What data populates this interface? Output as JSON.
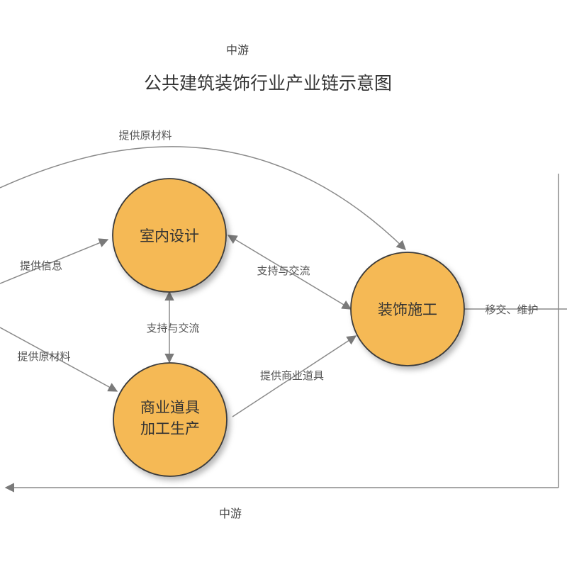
{
  "header": {
    "top_label": "中游",
    "title": "公共建筑装饰行业产业链示意图"
  },
  "footer": {
    "bottom_label": "中游"
  },
  "nodes": {
    "interior_design": "室内设计",
    "decoration_construction": "装饰施工",
    "props_line1": "商业道具",
    "props_line2": "加工生产"
  },
  "edges": {
    "top_supply": "提供原材料",
    "left_info": "提供信息",
    "left_material": "提供原材料",
    "support_upper": "支持与交流",
    "support_middle": "支持与交流",
    "provide_props": "提供商业道具",
    "handover": "移交、维护"
  },
  "colors": {
    "node_fill": "#f5b954",
    "node_stroke": "#3b3b3b",
    "arrow": "#8a8a8a"
  }
}
